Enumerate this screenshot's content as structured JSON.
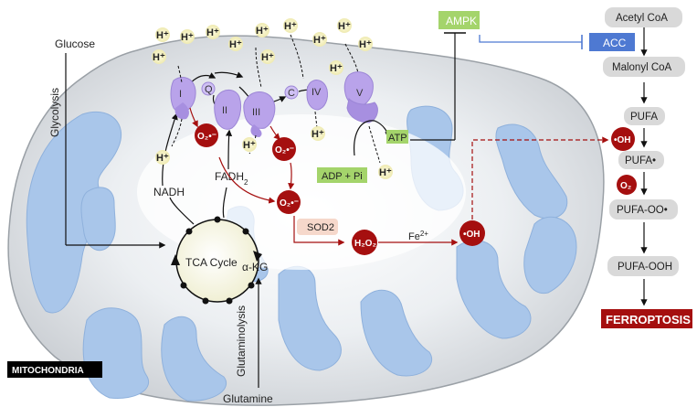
{
  "labels": {
    "glucose": "Glucose",
    "glycolysis": "Glycolysis",
    "glutamine": "Glutamine",
    "glutaminolysis": "Glutaminolysis",
    "tca_cycle": "TCA Cycle",
    "akg": "α-KG",
    "nadh": "NADH",
    "fadh2": "FADH",
    "fadh2_sub": "2",
    "atp": "ATP",
    "adp_pi": "ADP + Pi",
    "sod2": "SOD2",
    "fe": "Fe",
    "fe_sup": "2+",
    "mitochondria": "MITOCHONDRIA",
    "h_plus": "H⁺"
  },
  "complexes": {
    "c1": "I",
    "q": "Q",
    "c2": "II",
    "c3": "III",
    "c": "C",
    "c4": "IV",
    "c5": "V"
  },
  "ros": {
    "superoxide": "O₂•⁻",
    "h2o2": "H₂O₂",
    "hydroxyl": "•OH",
    "o2": "O₂"
  },
  "pathway": {
    "ampk": "AMPK",
    "acc": "ACC",
    "acetyl_coa": "Acetyl CoA",
    "malonyl_coa": "Malonyl CoA",
    "pufa": "PUFA",
    "pufa_radical": "PUFA•",
    "pufa_oo": "PUFA-OO•",
    "pufa_ooh": "PUFA-OOH",
    "ferroptosis": "FERROPTOSIS"
  },
  "colors": {
    "ros_red": "#a50f0f",
    "green_label": "#a4d46b",
    "acc_blue": "#4e79d2",
    "complex_purple": "#b9a3ea",
    "mito_blue": "#a9c6ea",
    "grey_box": "#d9d9d9",
    "sod_pink": "#f6d8cb",
    "proton_yellow": "#f4f0c3"
  }
}
